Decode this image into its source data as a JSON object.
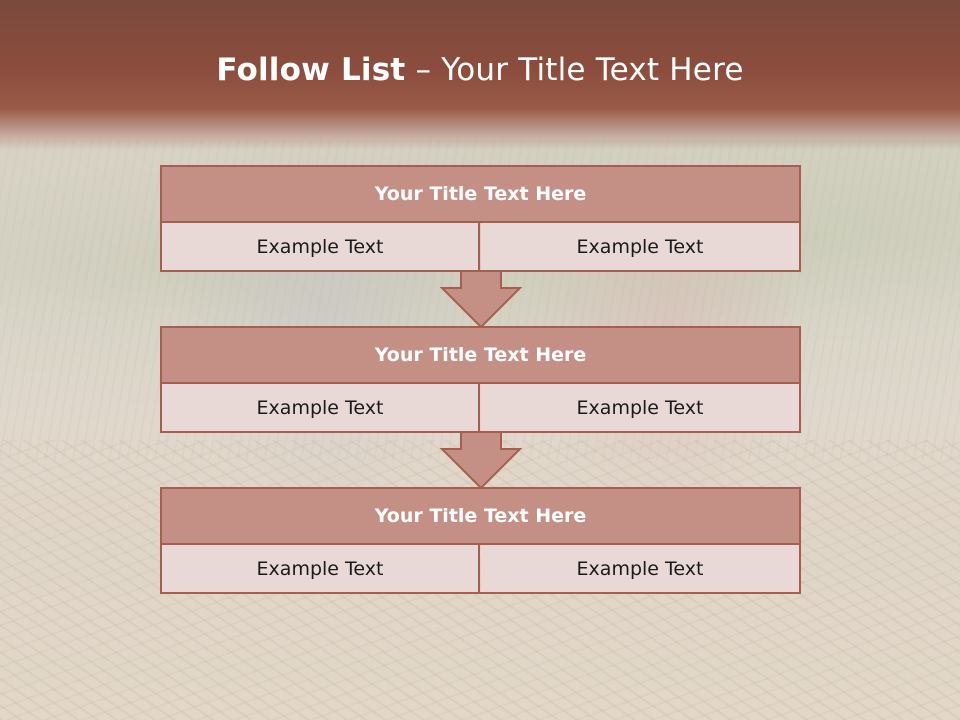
{
  "header": {
    "title_bold": "Follow List",
    "title_rest": " – Your Title Text Here"
  },
  "blocks": [
    {
      "title": "Your Title Text Here",
      "left_text": "Example Text",
      "right_text": "Example Text"
    },
    {
      "title": "Your Title Text Here",
      "left_text": "Example Text",
      "right_text": "Example Text"
    },
    {
      "title": "Your Title Text Here",
      "left_text": "Example Text",
      "right_text": "Example Text"
    }
  ],
  "colors": {
    "header": "#8b4c3d",
    "block_header": "#c49085",
    "block_cell": "#e8d9d6",
    "border": "#a85e4f"
  },
  "icons": {
    "arrow": "down-arrow-icon"
  }
}
